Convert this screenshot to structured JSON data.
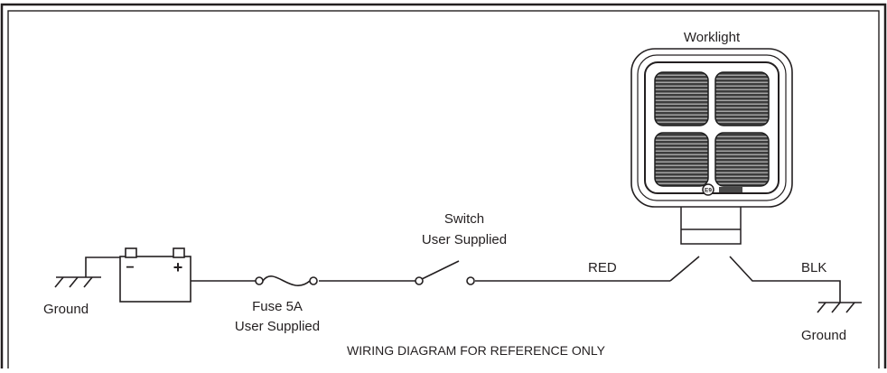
{
  "diagram": {
    "worklight_label": "Worklight",
    "switch_label_line1": "Switch",
    "switch_label_line2": "User Supplied",
    "fuse_label_line1": "Fuse 5A",
    "fuse_label_line2": "User Supplied",
    "red_wire_label": "RED",
    "blk_wire_label": "BLK",
    "ground_left_label": "Ground",
    "ground_right_label": "Ground",
    "battery_minus": "−",
    "battery_plus": "+",
    "footer_note": "WIRING DIAGRAM FOR REFERENCE ONLY",
    "badge_text": "E9"
  },
  "colors": {
    "line": "#231f20",
    "lamp_fill": "#4a4a4a",
    "background": "#ffffff"
  }
}
